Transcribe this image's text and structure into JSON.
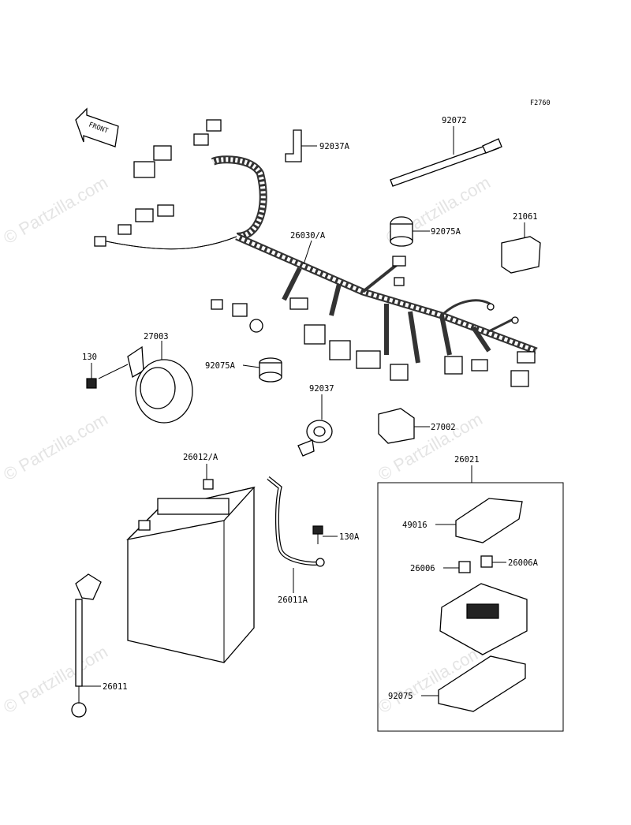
{
  "diagram": {
    "code": "F2760",
    "front_label": "FRONT",
    "watermark": "© Partzilla.com",
    "parts": {
      "p92072": "92072",
      "p92037A": "92037A",
      "p26030A": "26030/A",
      "p92075A_top": "92075A",
      "p21061": "21061",
      "p27003": "27003",
      "p130": "130",
      "p92075A_mid": "92075A",
      "p92037": "92037",
      "p27002": "27002",
      "p26012A": "26012/A",
      "p26021": "26021",
      "p130A": "130A",
      "p49016": "49016",
      "p26011A": "26011A",
      "p26006": "26006",
      "p26006A": "26006A",
      "p26011": "26011",
      "p92075": "92075"
    }
  }
}
